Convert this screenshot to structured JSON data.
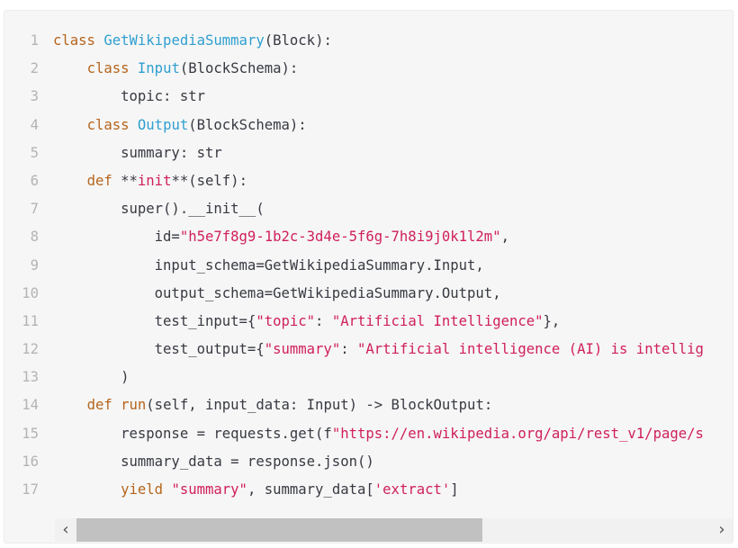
{
  "code": {
    "language": "python",
    "lines": [
      {
        "n": "1",
        "tokens": [
          {
            "t": "class ",
            "c": "kw"
          },
          {
            "t": "GetWikipediaSummary",
            "c": "fn"
          },
          {
            "t": "(Block):",
            "c": "plain"
          }
        ]
      },
      {
        "n": "2",
        "tokens": [
          {
            "t": "    ",
            "c": "plain"
          },
          {
            "t": "class ",
            "c": "kw"
          },
          {
            "t": "Input",
            "c": "fn"
          },
          {
            "t": "(BlockSchema):",
            "c": "plain"
          }
        ]
      },
      {
        "n": "3",
        "tokens": [
          {
            "t": "        topic: str",
            "c": "plain"
          }
        ]
      },
      {
        "n": "4",
        "tokens": [
          {
            "t": "    ",
            "c": "plain"
          },
          {
            "t": "class ",
            "c": "kw"
          },
          {
            "t": "Output",
            "c": "fn"
          },
          {
            "t": "(BlockSchema):",
            "c": "plain"
          }
        ]
      },
      {
        "n": "5",
        "tokens": [
          {
            "t": "        summary: str",
            "c": "plain"
          }
        ]
      },
      {
        "n": "6",
        "tokens": [
          {
            "t": "    ",
            "c": "plain"
          },
          {
            "t": "def ",
            "c": "kw"
          },
          {
            "t": "**",
            "c": "plain"
          },
          {
            "t": "init",
            "c": "str"
          },
          {
            "t": "**(self):",
            "c": "plain"
          }
        ]
      },
      {
        "n": "7",
        "tokens": [
          {
            "t": "        super().__init__(",
            "c": "plain"
          }
        ]
      },
      {
        "n": "8",
        "tokens": [
          {
            "t": "            id=",
            "c": "plain"
          },
          {
            "t": "\"h5e7f8g9-1b2c-3d4e-5f6g-7h8i9j0k1l2m\"",
            "c": "str"
          },
          {
            "t": ",",
            "c": "plain"
          }
        ]
      },
      {
        "n": "9",
        "tokens": [
          {
            "t": "            input_schema=GetWikipediaSummary.Input,",
            "c": "plain"
          }
        ]
      },
      {
        "n": "10",
        "tokens": [
          {
            "t": "            output_schema=GetWikipediaSummary.Output,",
            "c": "plain"
          }
        ]
      },
      {
        "n": "11",
        "tokens": [
          {
            "t": "            test_input={",
            "c": "plain"
          },
          {
            "t": "\"topic\"",
            "c": "str"
          },
          {
            "t": ": ",
            "c": "plain"
          },
          {
            "t": "\"Artificial Intelligence\"",
            "c": "str"
          },
          {
            "t": "},",
            "c": "plain"
          }
        ]
      },
      {
        "n": "12",
        "tokens": [
          {
            "t": "            test_output={",
            "c": "plain"
          },
          {
            "t": "\"summary\"",
            "c": "str"
          },
          {
            "t": ": ",
            "c": "plain"
          },
          {
            "t": "\"Artificial intelligence (AI) is intellig",
            "c": "str"
          }
        ]
      },
      {
        "n": "13",
        "tokens": [
          {
            "t": "        )",
            "c": "plain"
          }
        ]
      },
      {
        "n": "14",
        "tokens": [
          {
            "t": "    ",
            "c": "plain"
          },
          {
            "t": "def ",
            "c": "kw"
          },
          {
            "t": "run",
            "c": "fn2"
          },
          {
            "t": "(self, input_data: Input) -> BlockOutput:",
            "c": "plain"
          }
        ]
      },
      {
        "n": "15",
        "tokens": [
          {
            "t": "        response = requests.get(f",
            "c": "plain"
          },
          {
            "t": "\"https://en.wikipedia.org/api/rest_v1/page/s",
            "c": "str"
          }
        ]
      },
      {
        "n": "16",
        "tokens": [
          {
            "t": "        summary_data = response.json()",
            "c": "plain"
          }
        ]
      },
      {
        "n": "17",
        "tokens": [
          {
            "t": "        ",
            "c": "plain"
          },
          {
            "t": "yield ",
            "c": "kw"
          },
          {
            "t": "\"summary\"",
            "c": "str"
          },
          {
            "t": ", summary_data[",
            "c": "plain"
          },
          {
            "t": "'extract'",
            "c": "str"
          },
          {
            "t": "]",
            "c": "plain"
          }
        ]
      }
    ]
  },
  "scrollbar": {
    "left_arrow": "‹",
    "right_arrow": "›",
    "thumb_fraction": 0.64,
    "thumb_offset_fraction": 0.0
  },
  "colors": {
    "keyword": "#b5651d",
    "function_name": "#2f9fd0",
    "string": "#d0205a",
    "text": "#383a42",
    "line_number": "#b4b4b4",
    "background": "#f6f6f6"
  }
}
